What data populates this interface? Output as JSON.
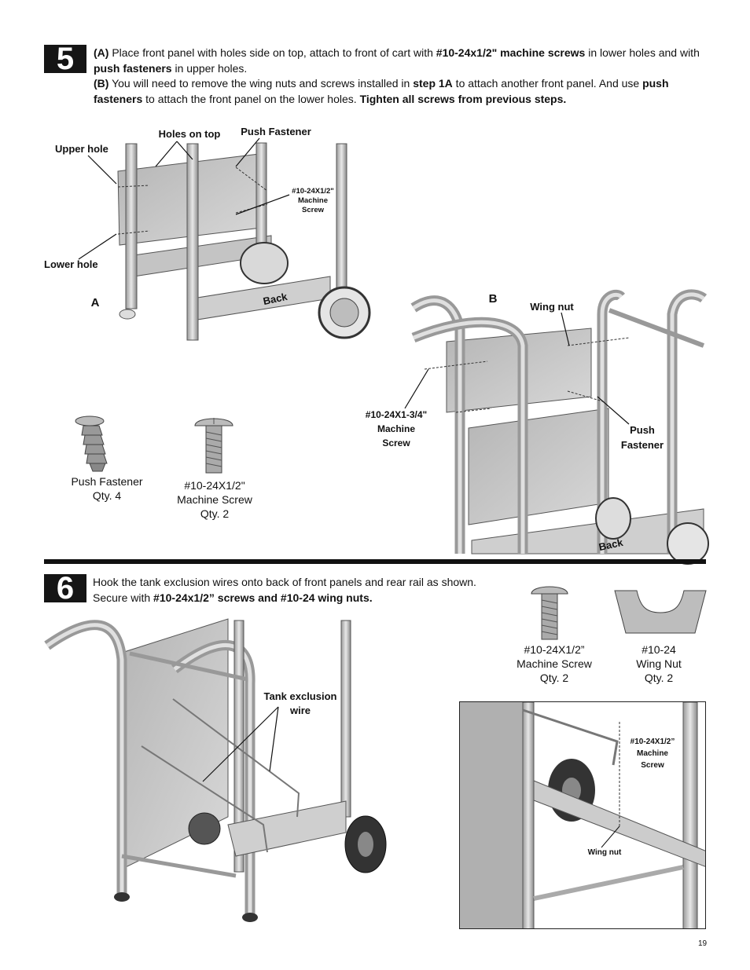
{
  "step5": {
    "number": "5",
    "a_tag": "(A)",
    "a_text1": " Place front panel with holes side on top, attach to front of cart with ",
    "a_bold1": "#10-24x1/2\" machine screws",
    "a_text2": " in lower holes and with ",
    "a_bold2": "push fasteners",
    "a_text3": " in upper holes.",
    "b_tag": "(B)",
    "b_text1": " You will need to remove the wing nuts and screws installed in ",
    "b_bold1": "step 1A",
    "b_text2": " to attach another front panel. And use ",
    "b_bold2": "push fasteners",
    "b_text3": " to attach the front panel on the lower holes. ",
    "b_bold3": "Tighten all screws from previous steps.",
    "figA": {
      "tag": "A",
      "upper_hole": "Upper hole",
      "holes_on_top": "Holes on top",
      "push_fastener": "Push Fastener",
      "machine_screw_l1": "#10-24X1/2\"",
      "machine_screw_l2": "Machine",
      "machine_screw_l3": "Screw",
      "lower_hole": "Lower hole",
      "back": "Back"
    },
    "figB": {
      "tag": "B",
      "wing_nut": "Wing nut",
      "screw_l1": "#10-24X1-3/4\"",
      "screw_l2": "Machine",
      "screw_l3": "Screw",
      "push_l1": "Push",
      "push_l2": "Fastener",
      "back": "Back"
    },
    "parts": {
      "pf_name": "Push Fastener",
      "pf_qty": "Qty. 4",
      "ms_name1": "#10-24X1/2\"",
      "ms_name2": "Machine Screw",
      "ms_qty": "Qty. 2"
    }
  },
  "step6": {
    "number": "6",
    "text1": " Hook the tank exclusion wires onto back of front panels and rear rail as shown.",
    "text2": "Secure with ",
    "bold1": "#10-24x1/2” screws and #10-24 wing nuts.",
    "tank_l1": "Tank exclusion",
    "tank_l2": "wire",
    "parts": {
      "ms_name1": "#10-24X1/2”",
      "ms_name2": "Machine Screw",
      "ms_qty": "Qty. 2",
      "wn_name1": "#10-24",
      "wn_name2": "Wing Nut",
      "wn_qty": "Qty. 2"
    },
    "inset": {
      "screw_l1": "#10-24X1/2”",
      "screw_l2": "Machine",
      "screw_l3": "Screw",
      "wing_nut": "Wing nut"
    }
  },
  "page_number": "19"
}
